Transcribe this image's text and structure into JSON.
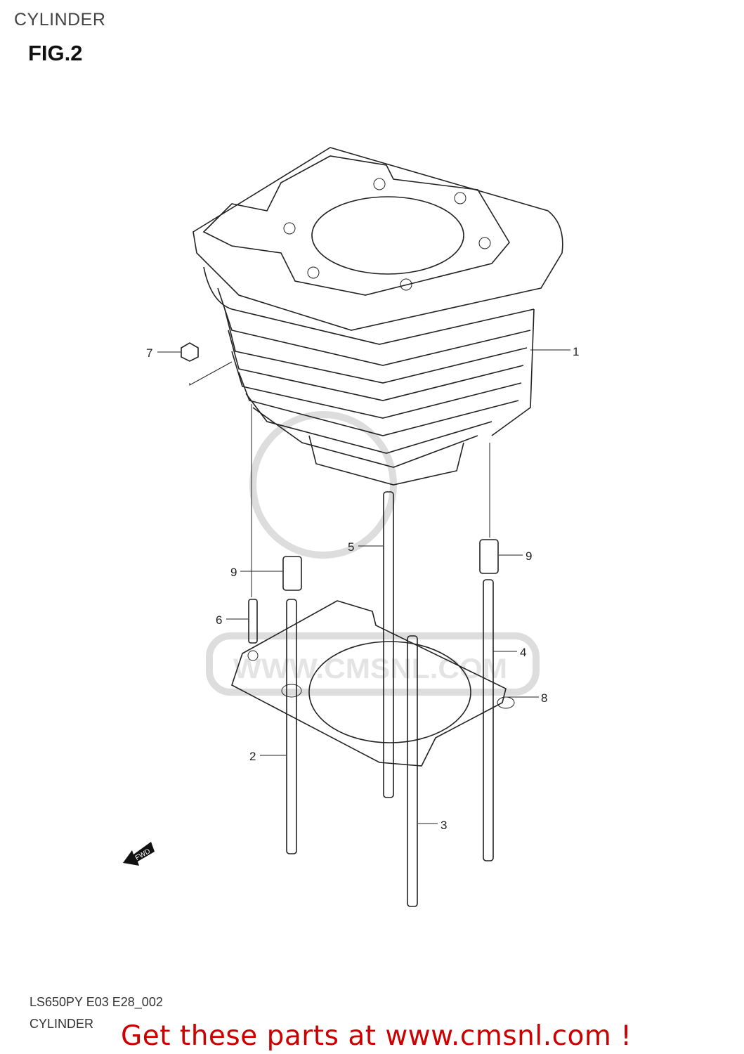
{
  "header": {
    "section": "CYLINDER",
    "figure": "FIG.2"
  },
  "footer": {
    "code": "LS650PY E03 E28_002",
    "name": "CYLINDER",
    "promo": "Get these parts at www.cmsnl.com !"
  },
  "watermark": "WWW.CMSNL.COM",
  "fwd_label": "FWD",
  "callouts": {
    "c1": "1",
    "c2": "2",
    "c3": "3",
    "c4": "4",
    "c5": "5",
    "c6": "6",
    "c7": "7",
    "c8": "8",
    "c9a": "9",
    "c9b": "9"
  },
  "colors": {
    "promo": "#cc0000",
    "line": "#222222"
  }
}
